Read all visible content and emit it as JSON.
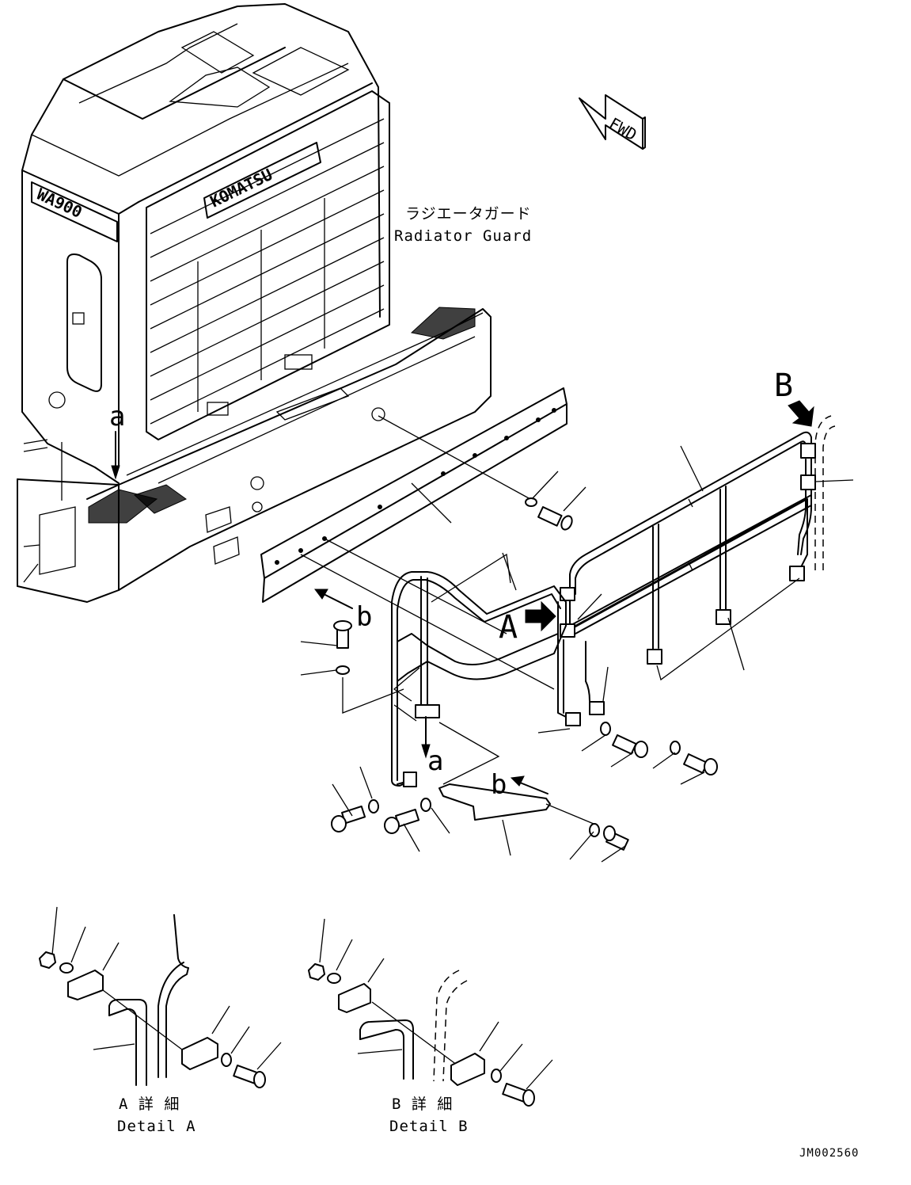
{
  "machine": {
    "brand_text": "KOMATSU",
    "model_text": "WA900"
  },
  "direction_arrow": {
    "label": "FWD"
  },
  "labels": {
    "radiator_guard_jp": "ラジエータガード",
    "radiator_guard_en": "Radiator Guard",
    "detail_ref_a": "A",
    "detail_ref_b": "B",
    "conn_a_top": "a",
    "conn_a_bottom": "a",
    "conn_b_top": "b",
    "conn_b_bottom": "b"
  },
  "details": {
    "a": {
      "title_jp": "A 詳 細",
      "title_en": "Detail A"
    },
    "b": {
      "title_jp": "B 詳 細",
      "title_en": "Detail B"
    }
  },
  "drawing_code": "JM002560",
  "icons": {
    "fwd": "fwd-arrow-icon",
    "callout_a": "callout-arrow-icon",
    "callout_b": "callout-arrow-icon"
  }
}
